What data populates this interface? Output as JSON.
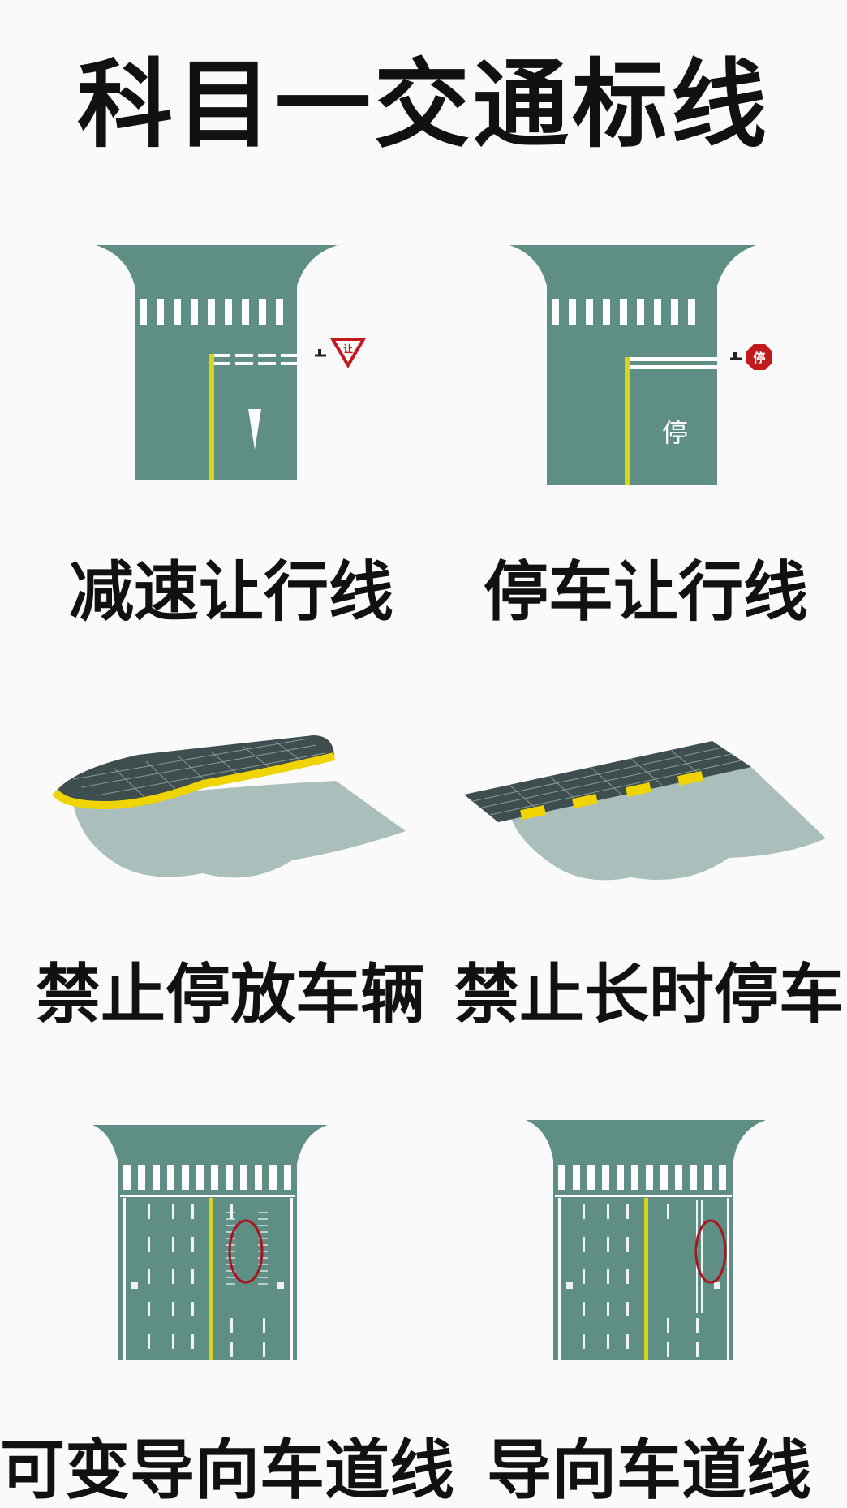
{
  "title": "科目一交通标线",
  "captions": {
    "slow_yield": "减速让行线",
    "stop_yield": "停车让行线",
    "no_parking": "禁止停放车辆",
    "no_long_parking": "禁止长时停车",
    "variable_lane": "可变导向车道线",
    "guide_lane": "导向车道线"
  },
  "signs": {
    "yield_text": "让",
    "stop_text": "停",
    "road_stop_text": "停"
  },
  "colors": {
    "road": "#5e8e84",
    "yellow": "#d9d31a",
    "curb_yellow": "#f0d400",
    "stop_red": "#c4191c",
    "circle_red": "#a8151f",
    "gravel": "#aabfbb"
  }
}
